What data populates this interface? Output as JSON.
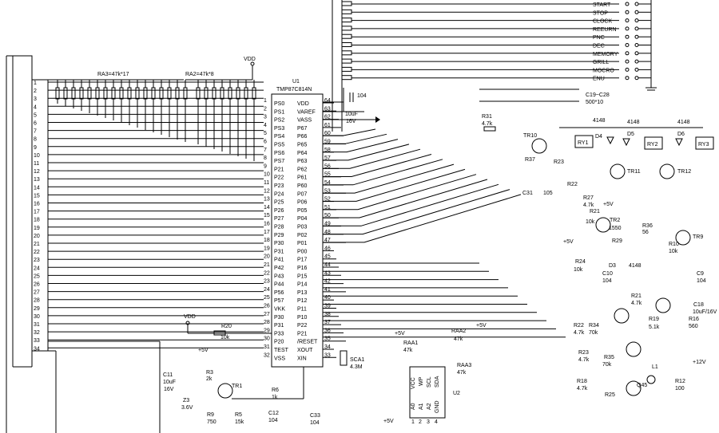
{
  "ic_u1": {
    "designator": "U1",
    "part": "TMP87C814N",
    "left_pins": [
      {
        "name": "PS0",
        "num": "1"
      },
      {
        "name": "PS1",
        "num": "2"
      },
      {
        "name": "PS2",
        "num": "3"
      },
      {
        "name": "PS3",
        "num": "4"
      },
      {
        "name": "PS4",
        "num": "5"
      },
      {
        "name": "PS5",
        "num": "6"
      },
      {
        "name": "PS6",
        "num": "7"
      },
      {
        "name": "PS7",
        "num": "8"
      },
      {
        "name": "P21",
        "num": "9"
      },
      {
        "name": "P22",
        "num": "10"
      },
      {
        "name": "P23",
        "num": "11"
      },
      {
        "name": "P24",
        "num": "12"
      },
      {
        "name": "P25",
        "num": "13"
      },
      {
        "name": "P26",
        "num": "14"
      },
      {
        "name": "P27",
        "num": "15"
      },
      {
        "name": "P28",
        "num": "16"
      },
      {
        "name": "P29",
        "num": "17"
      },
      {
        "name": "P30",
        "num": "18"
      },
      {
        "name": "P31",
        "num": "19"
      },
      {
        "name": "P41",
        "num": "20"
      },
      {
        "name": "P42",
        "num": "21"
      },
      {
        "name": "P43",
        "num": "22"
      },
      {
        "name": "P44",
        "num": "23"
      },
      {
        "name": "P56",
        "num": "24"
      },
      {
        "name": "P57",
        "num": "25"
      },
      {
        "name": "VKK",
        "num": "26"
      },
      {
        "name": "P30",
        "num": "27"
      },
      {
        "name": "P31",
        "num": "28"
      },
      {
        "name": "P33",
        "num": "29"
      },
      {
        "name": "P20",
        "num": "30"
      },
      {
        "name": "TEST",
        "num": "31"
      },
      {
        "name": "VSS",
        "num": "32"
      }
    ],
    "right_pins": [
      {
        "name": "VDD",
        "num": "64"
      },
      {
        "name": "VAREF",
        "num": "63"
      },
      {
        "name": "VASS",
        "num": "62"
      },
      {
        "name": "P67",
        "num": "61"
      },
      {
        "name": "P66",
        "num": "60"
      },
      {
        "name": "P65",
        "num": "59"
      },
      {
        "name": "P64",
        "num": "58"
      },
      {
        "name": "P63",
        "num": "57"
      },
      {
        "name": "P62",
        "num": "56"
      },
      {
        "name": "P61",
        "num": "55"
      },
      {
        "name": "P60",
        "num": "54"
      },
      {
        "name": "P07",
        "num": "53"
      },
      {
        "name": "P06",
        "num": "52"
      },
      {
        "name": "P05",
        "num": "51"
      },
      {
        "name": "P04",
        "num": "50"
      },
      {
        "name": "P03",
        "num": "49"
      },
      {
        "name": "P02",
        "num": "48"
      },
      {
        "name": "P01",
        "num": "47"
      },
      {
        "name": "P00",
        "num": "46"
      },
      {
        "name": "P17",
        "num": "45"
      },
      {
        "name": "P16",
        "num": "44"
      },
      {
        "name": "P15",
        "num": "43"
      },
      {
        "name": "P14",
        "num": "42"
      },
      {
        "name": "P13",
        "num": "41"
      },
      {
        "name": "P12",
        "num": "40"
      },
      {
        "name": "P11",
        "num": "39"
      },
      {
        "name": "P10",
        "num": "38"
      },
      {
        "name": "P22",
        "num": "37"
      },
      {
        "name": "P21",
        "num": "36"
      },
      {
        "name": "/RESET",
        "num": "35"
      },
      {
        "name": "XOUT",
        "num": "34"
      },
      {
        "name": "XIN",
        "num": "33"
      }
    ]
  },
  "connector_pins": [
    "1",
    "2",
    "3",
    "4",
    "5",
    "6",
    "7",
    "8",
    "9",
    "10",
    "11",
    "12",
    "13",
    "14",
    "15",
    "16",
    "17",
    "18",
    "19",
    "20",
    "21",
    "22",
    "23",
    "24",
    "25",
    "26",
    "27",
    "28",
    "29",
    "30",
    "31",
    "32",
    "33",
    "34"
  ],
  "buttons": [
    "START",
    "STOP",
    "CLOCK",
    "REEURN",
    "PNC",
    "DEC",
    "MEMORY",
    "GRILL",
    "MOCRO",
    "ENU"
  ],
  "labels": {
    "ra3": "RA3=47k*17",
    "ra2": "RA2=47k*8",
    "vdd_top": "VDD",
    "vdd_low": "VDD",
    "c_104_top": "104",
    "c_10uf": "10uF",
    "c_16v": "16V",
    "c19": "C19~C28",
    "c19v": "500*10",
    "r31": "R31",
    "r31v": "4.7k",
    "tr10": "TR10",
    "r37": "R37",
    "r23a": "R23",
    "tr11": "TR11",
    "tr12": "TR12",
    "r22a": "R22",
    "c31": "C31",
    "c31v": "105",
    "r27": "R27",
    "r27v": "4.7k",
    "p5v_a": "+5V",
    "r21a": "R21",
    "r21av": "10k",
    "tr2": "TR2",
    "tr2v": "1550",
    "r29": "R29",
    "r36": "R36",
    "r36v": "56",
    "tr9": "TR9",
    "p5v_b": "+5V",
    "r24": "R24",
    "r24v": "10k",
    "d3": "D3",
    "d3v": "4148",
    "r10": "R10",
    "r10v": "10k",
    "c10": "C10",
    "c10v": "104",
    "c9": "C9",
    "c9v": "104",
    "d4": "D4",
    "d4v": "4148",
    "d5": "D5",
    "d5v": "4148",
    "d6": "D6",
    "d6v": "4148",
    "ry1": "RY1",
    "ry2": "RY2",
    "ry3": "RY3",
    "r20": "R20",
    "r20v": "10k",
    "p5v_c": "+5V",
    "raa1": "RAA1",
    "raa1v": "47k",
    "raa2": "RAA2",
    "raa2v": "47k",
    "p5v_d": "+5V",
    "raa3": "RAA3",
    "raa3v": "47k",
    "sca1": "SCA1",
    "sca1v": "4.3M",
    "u2": "U2",
    "u2_vcc": "VCC",
    "u2_wp": "WP",
    "u2_scl": "SCL",
    "u2_sda": "SDA",
    "u2_a0": "A0",
    "u2_a1": "A1",
    "u2_a2": "A2",
    "u2_gnd": "GND",
    "u2_p1": "1",
    "u2_p2": "2",
    "u2_p3": "3",
    "u2_p4": "4",
    "p5v_e": "+5V",
    "p5v_f": "+5V",
    "c11": "C11",
    "c11v": "10uF",
    "c11vv": "16V",
    "r3": "R3",
    "r3v": "2k",
    "tr1": "TR1",
    "z3": "Z3",
    "z3v": "3.6V",
    "r9": "R9",
    "r9v": "750",
    "r5": "R5",
    "r5v": "15k",
    "r6": "R6",
    "r6v": "1k",
    "c12": "C12",
    "c12v": "104",
    "c33": "C33",
    "c33v": "104",
    "r21b": "R21",
    "r21bv": "4.7k",
    "c18": "C18",
    "c18v": "10uF/16V",
    "r22b": "R22",
    "r22bv": "4.7k",
    "r34": "R34",
    "r34v": "70k",
    "r19": "R19",
    "r19v": "5.1k",
    "r16": "R16",
    "r16v": "560",
    "r23b": "R23",
    "r23bv": "4.7k",
    "r35": "R35",
    "r35v": "70k",
    "p12v": "+12V",
    "l1": "L1",
    "r18": "R18",
    "r18v": "4.7k",
    "r25": "R25",
    "q45": "Q45",
    "r12": "R12",
    "r12v": "100"
  }
}
